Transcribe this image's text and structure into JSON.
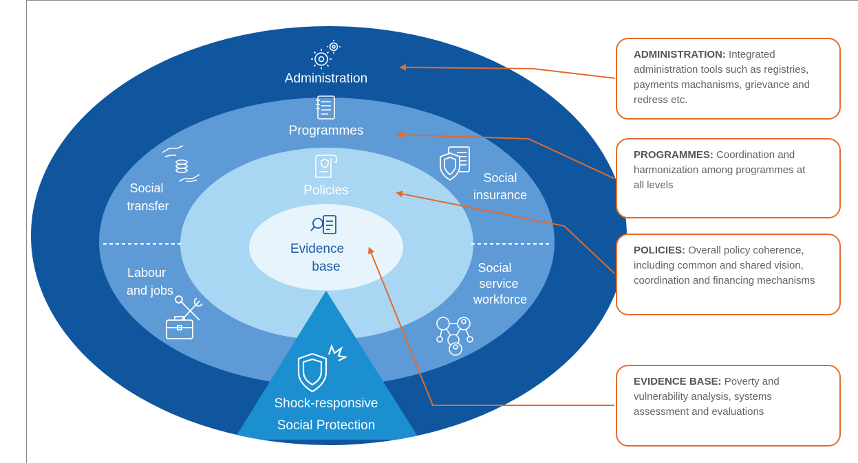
{
  "rings": {
    "administration": "Administration",
    "programmes": "Programmes",
    "policies": "Policies",
    "evidence": [
      "Evidence",
      "base"
    ]
  },
  "pillars": {
    "social_transfer": [
      "Social",
      "transfer"
    ],
    "social_insurance": [
      "Social",
      "insurance"
    ],
    "labour_and_jobs": [
      "Labour",
      "and jobs"
    ],
    "social_service_workforce": [
      "Social",
      "service",
      "workforce"
    ]
  },
  "shock": [
    "Shock-responsive",
    "Social Protection"
  ],
  "callouts": [
    {
      "heading": "ADMINISTRATION:",
      "text": "Integrated administration tools such as registries, payments machanisms, grievance and redress etc."
    },
    {
      "heading": "PROGRAMMES:",
      "text": "Coordination and harmonization among programmes at all levels"
    },
    {
      "heading": "POLICIES:",
      "text": "Overall policy coherence, including common and shared vision, coordination and financing mechanisms"
    },
    {
      "heading": "EVIDENCE BASE:",
      "text": "Poverty and vulnerability analysis, systems assessment and evaluations"
    }
  ],
  "colors": {
    "outer_ring": "#10569f",
    "programmes_ring": "#5e9ad6",
    "policies_ring": "#a8d6f3",
    "evidence_center": "#e7f4fc",
    "shock_triangle": "#1b8fd0",
    "arrow": "#e46a2c"
  },
  "icons": [
    "gears-icon",
    "document-list-icon",
    "policy-scroll-icon",
    "evidence-search-icon",
    "hand-coins-icon",
    "shield-document-icon",
    "tools-briefcase-icon",
    "people-network-icon",
    "shield-burst-icon"
  ]
}
